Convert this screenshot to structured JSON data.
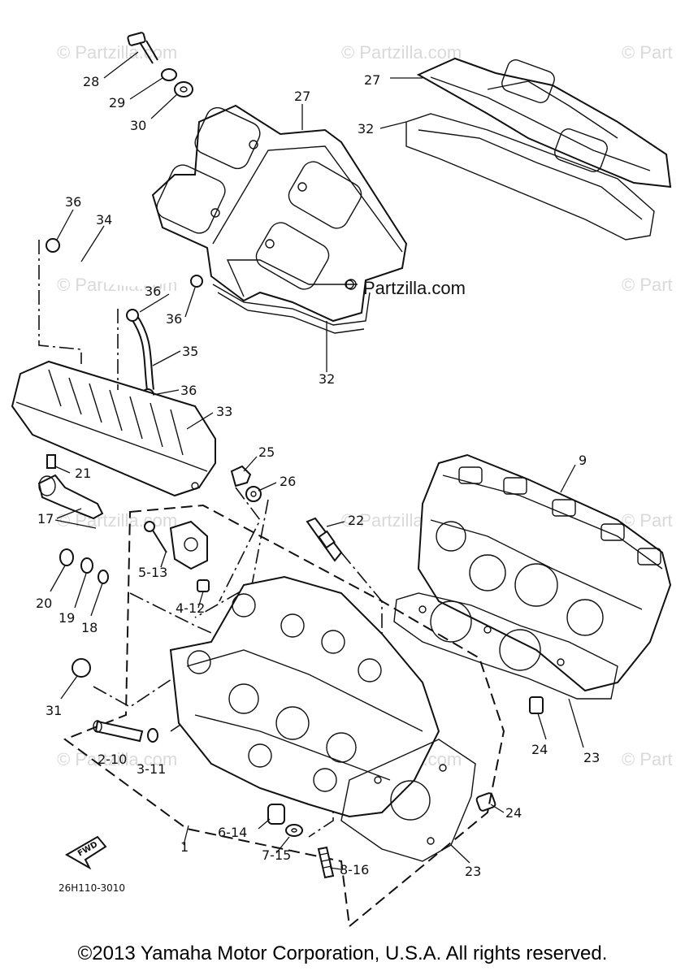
{
  "watermark": "© Partzilla.com",
  "watermark_short": "© Part",
  "brand_mark": "Partzilla.com",
  "diagram_code": "26H110-3010",
  "fwd_label": "FWD",
  "copyright": "©2013 Yamaha Motor Corporation, U.S.A. All rights reserved.",
  "callouts": {
    "c28": "28",
    "c29": "29",
    "c30": "30",
    "c27a": "27",
    "c27b": "27",
    "c32a": "32",
    "c32b": "32",
    "c36a": "36",
    "c34": "34",
    "c36b": "36",
    "c36c": "36",
    "c35": "35",
    "c36d": "36",
    "c33": "33",
    "c21": "21",
    "c17": "17",
    "c25": "25",
    "c26": "26",
    "c22": "22",
    "c9": "9",
    "c513": "5-13",
    "c412": "4-12",
    "c20": "20",
    "c19": "19",
    "c18": "18",
    "c31": "31",
    "c210": "2-10",
    "c311": "3-11",
    "c24a": "24",
    "c23a": "23",
    "c24b": "24",
    "c23b": "23",
    "c614": "6-14",
    "c715": "7-15",
    "c816": "8-16",
    "c1": "1"
  }
}
